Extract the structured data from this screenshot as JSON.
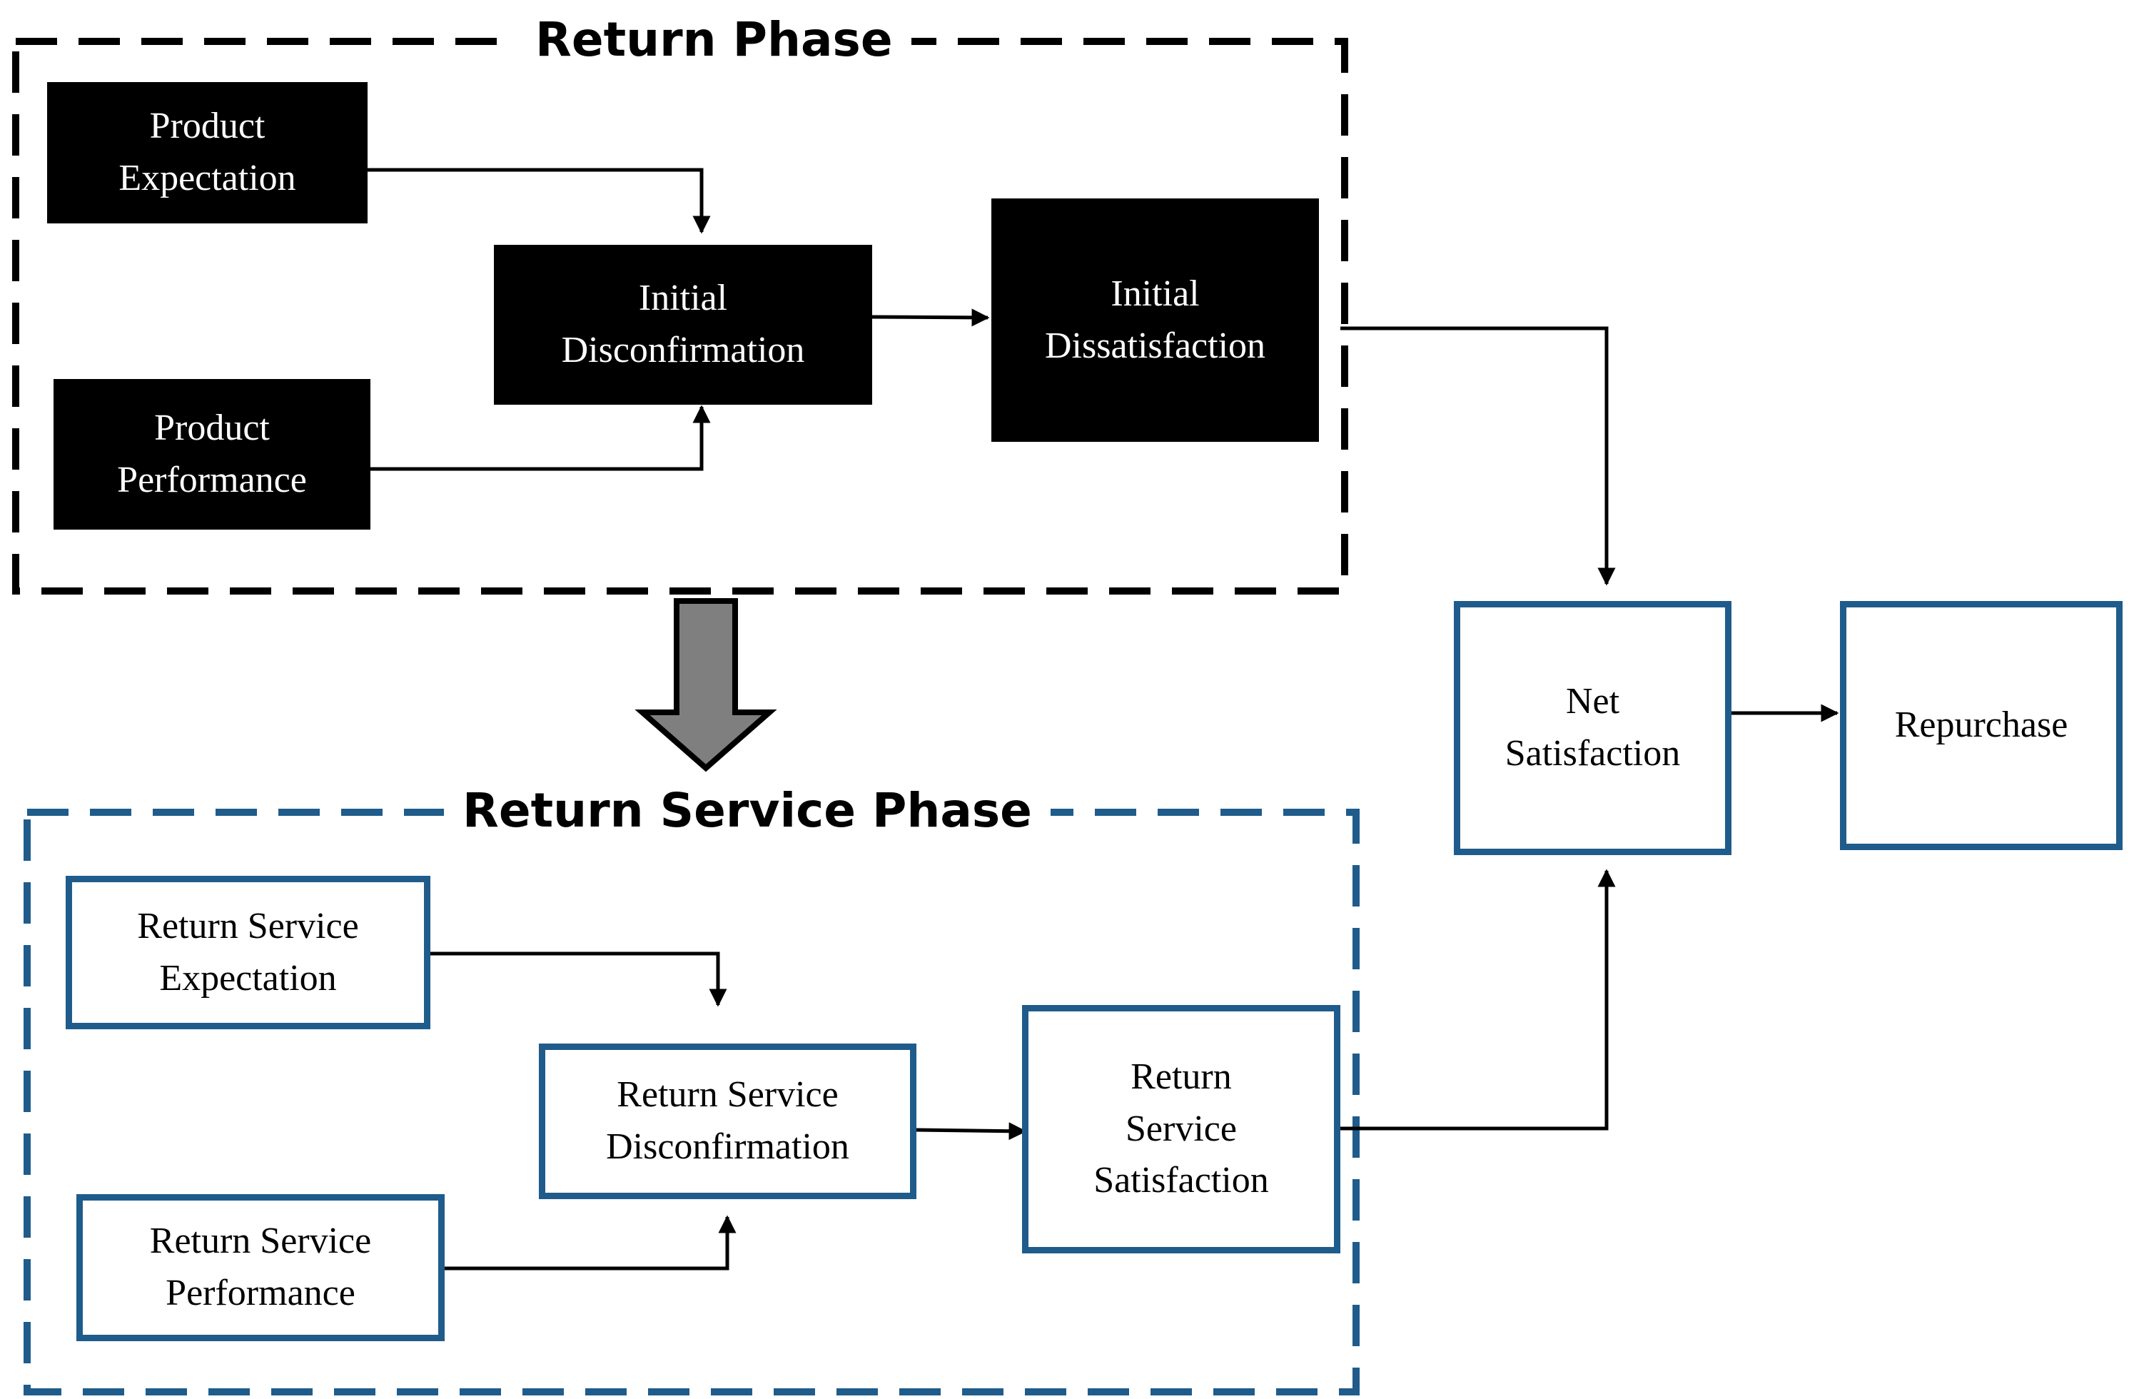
{
  "phases": {
    "return_phase_title": "Return Phase",
    "return_service_phase_title": "Return Service Phase"
  },
  "nodes": {
    "product_expectation": "Product\nExpectation",
    "product_performance": "Product\nPerformance",
    "initial_disconfirmation": "Initial\nDisconfirmation",
    "initial_dissatisfaction": "Initial\nDissatisfaction",
    "return_service_expectation": "Return Service\nExpectation",
    "return_service_performance": "Return Service\nPerformance",
    "return_service_disconfirmation": "Return Service\nDisconfirmation",
    "return_service_satisfaction": "Return\nService\nSatisfaction",
    "net_satisfaction": "Net\nSatisfaction",
    "repurchase": "Repurchase"
  },
  "colors": {
    "dark_box": "#000000",
    "blue_border": "#1f5c8b",
    "transition_arrow": "#7f7f7f"
  }
}
